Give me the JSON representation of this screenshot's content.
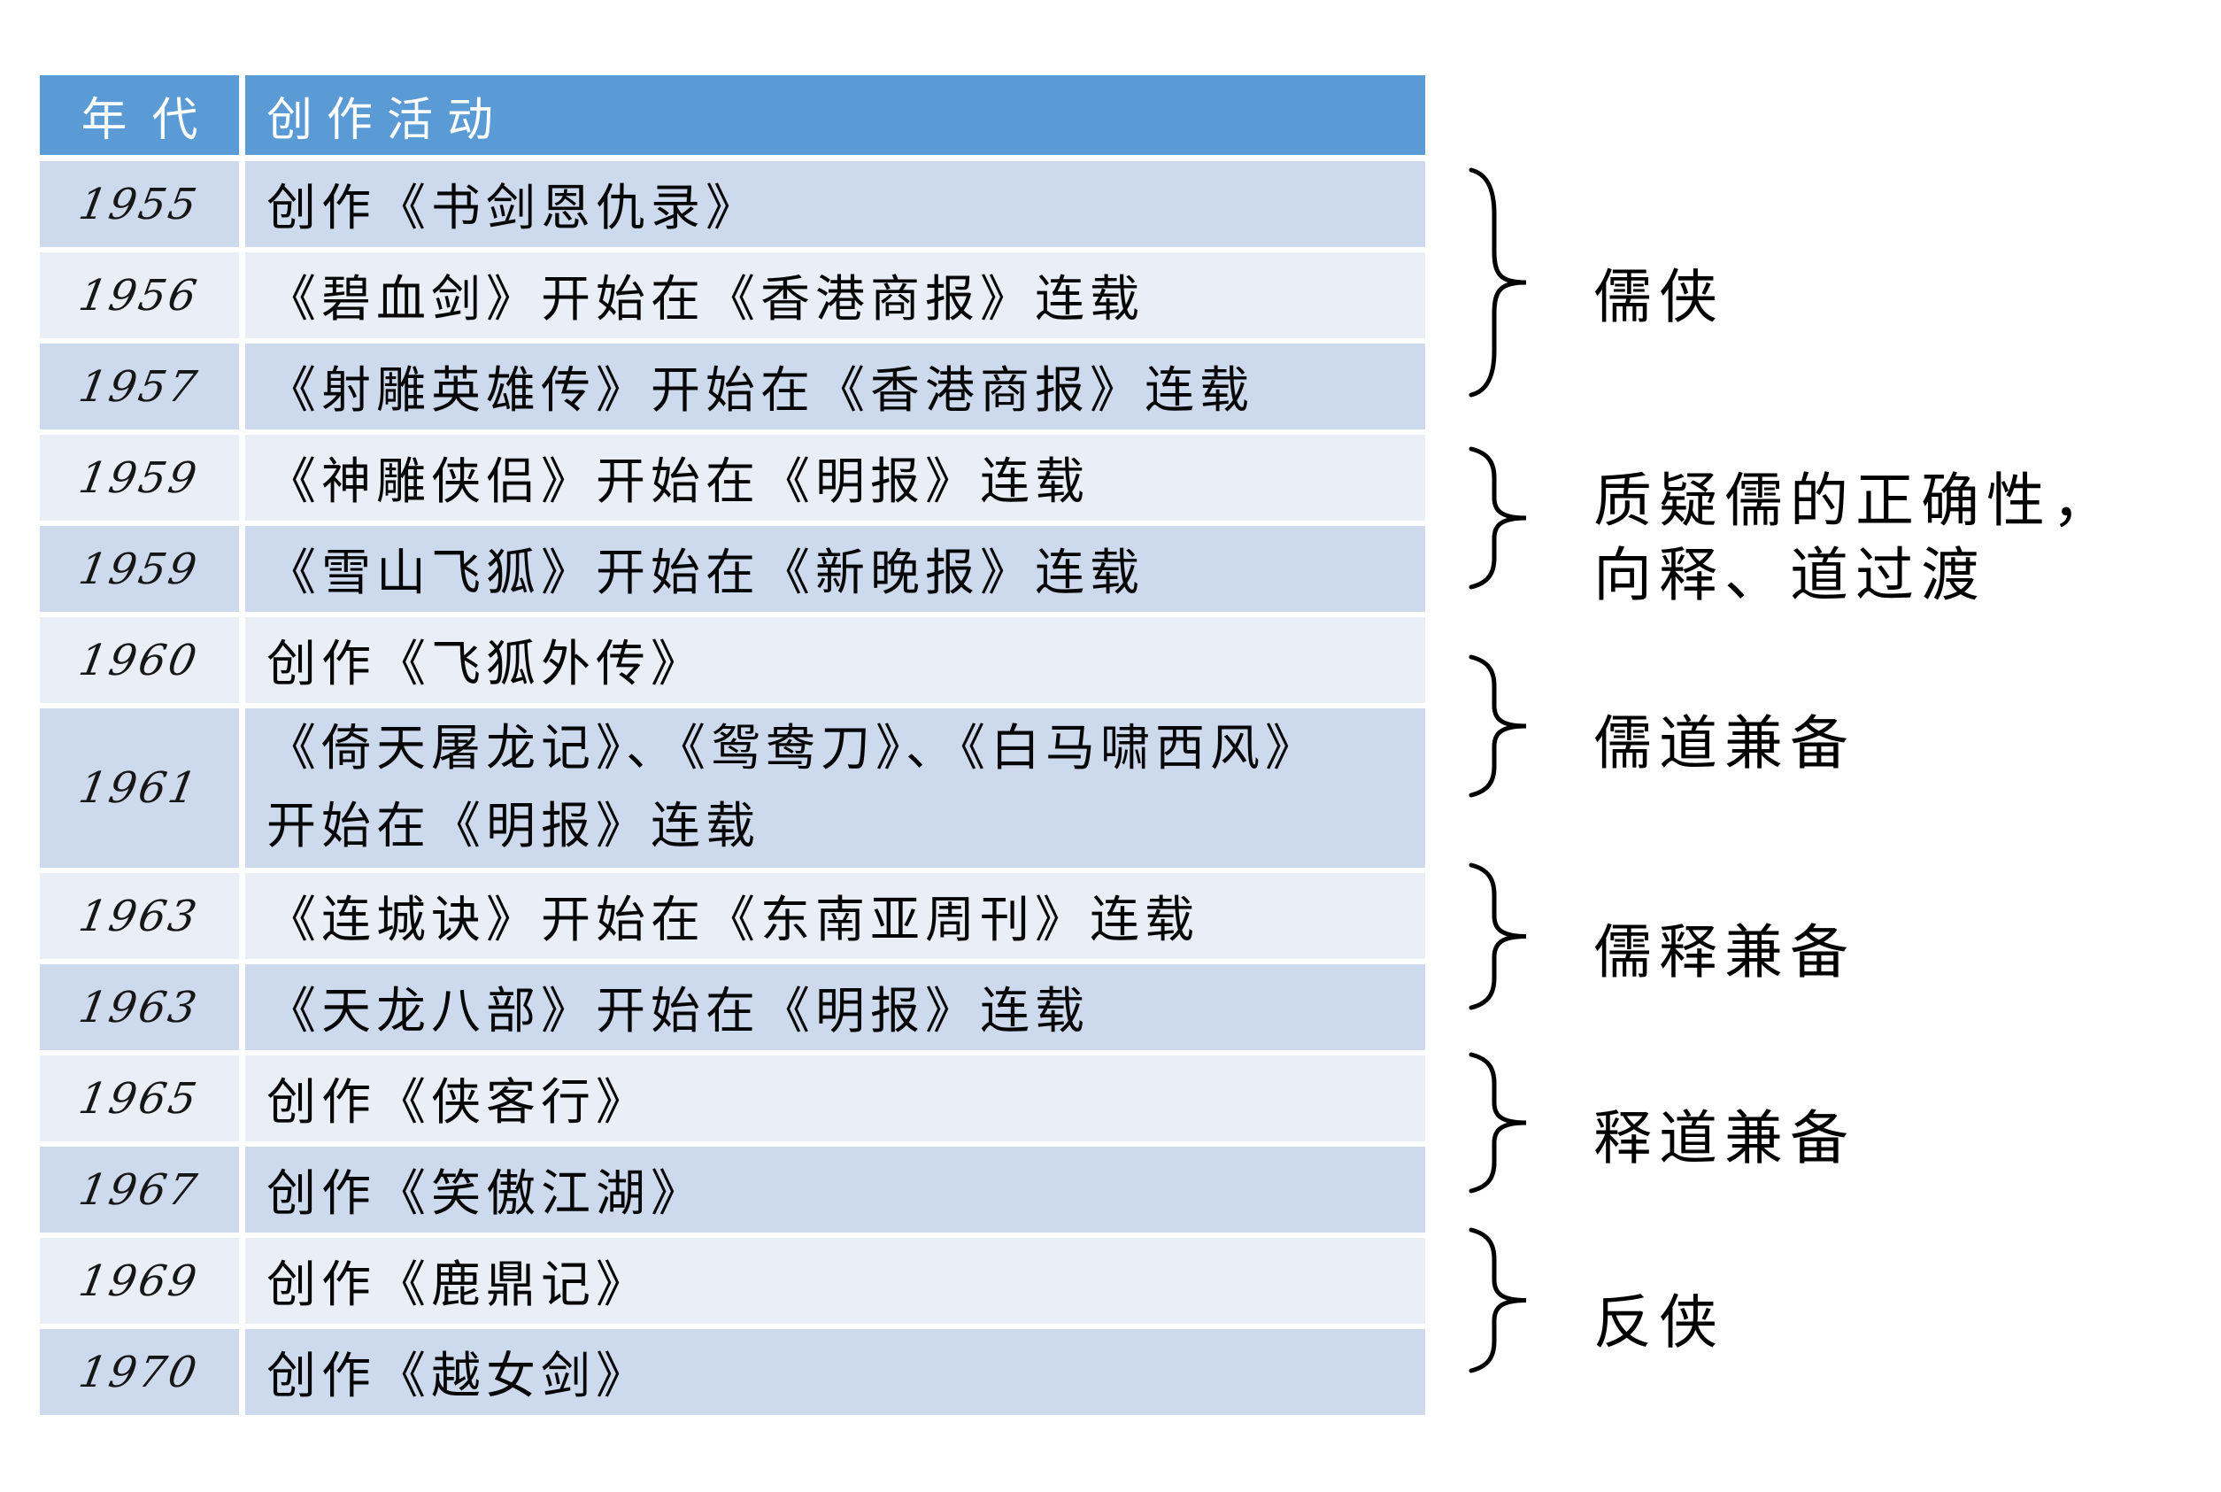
{
  "table": {
    "headers": {
      "year": "年代",
      "activity": "创作活动"
    },
    "rows": [
      {
        "year": "1955",
        "activity": "创作《书剑恩仇录》"
      },
      {
        "year": "1956",
        "activity": "《碧血剑》开始在《香港商报》连载"
      },
      {
        "year": "1957",
        "activity": "《射雕英雄传》开始在《香港商报》连载"
      },
      {
        "year": "1959",
        "activity": "《神雕侠侣》开始在《明报》连载"
      },
      {
        "year": "1959",
        "activity": "《雪山飞狐》开始在《新晚报》连载"
      },
      {
        "year": "1960",
        "activity": "创作《飞狐外传》"
      },
      {
        "year": "1961",
        "activity": "《倚天屠龙记》、《鸳鸯刀》、《白马啸西风》",
        "activity2": "开始在《明报》连载"
      },
      {
        "year": "1963",
        "activity": "《连城诀》开始在《东南亚周刊》连载"
      },
      {
        "year": "1963",
        "activity": "《天龙八部》开始在《明报》连载"
      },
      {
        "year": "1965",
        "activity": "创作《侠客行》"
      },
      {
        "year": "1967",
        "activity": "创作《笑傲江湖》"
      },
      {
        "year": "1969",
        "activity": "创作《鹿鼎记》"
      },
      {
        "year": "1970",
        "activity": "创作《越女剑》"
      }
    ]
  },
  "annotations": [
    {
      "label": "儒侠",
      "rows": "1955-1957"
    },
    {
      "line1": "质疑儒的正确性，",
      "line2": "向释、道过渡",
      "rows": "1959-1959"
    },
    {
      "label": "儒道兼备",
      "rows": "1960-1961"
    },
    {
      "label": "儒释兼备",
      "rows": "1963-1963"
    },
    {
      "label": "释道兼备",
      "rows": "1965-1967"
    },
    {
      "label": "反侠",
      "rows": "1969-1970"
    }
  ],
  "colors": {
    "header_bg": "#5b9bd5",
    "header_text": "#ffffff",
    "row_dark": "#cdd9ec",
    "row_light": "#e9eef7",
    "body_text": "#060606",
    "background": "#ffffff"
  }
}
